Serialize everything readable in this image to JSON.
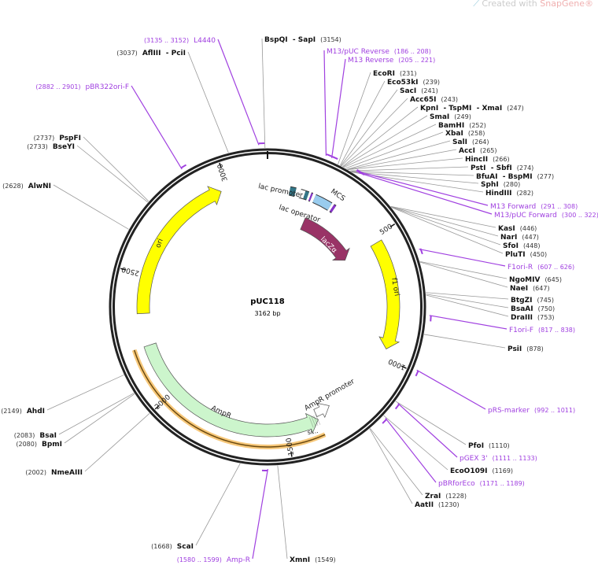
{
  "watermark": {
    "prefix": "Created with ",
    "brand": "SnapGene®"
  },
  "plasmid": {
    "name": "pUC118",
    "size_label": "3162 bp",
    "total": 3162
  },
  "ticks": [
    "500",
    "1000",
    "1500",
    "2000",
    "2500",
    "3000"
  ],
  "features": {
    "ori": "ori",
    "f1ori": "f1 ori",
    "ampr": "AmpR",
    "ampr_promoter": "AmpR promoter",
    "lacz": "lacZα",
    "lac_promoter": "lac promoter",
    "lac_operator": "lac operator",
    "mcs": "MCS",
    "signal": "si..."
  },
  "sites": [
    {
      "name": "BspQI  - SapI",
      "loc": "(3154)",
      "pos": 3154,
      "type": "enzyme"
    },
    {
      "name": "M13/pUC Reverse",
      "loc": "(186 .. 208)",
      "pos": 186,
      "type": "primer"
    },
    {
      "name": "M13 Reverse",
      "loc": "(205 .. 221)",
      "pos": 205,
      "type": "primer"
    },
    {
      "name": "EcoRI",
      "loc": "(231)",
      "pos": 231,
      "type": "enzyme"
    },
    {
      "name": "Eco53kI",
      "loc": "(239)",
      "pos": 239,
      "type": "enzyme"
    },
    {
      "name": "SacI",
      "loc": "(241)",
      "pos": 241,
      "type": "enzyme"
    },
    {
      "name": "Acc65I",
      "loc": "(243)",
      "pos": 243,
      "type": "enzyme"
    },
    {
      "name": "KpnI  - TspMI  - XmaI",
      "loc": "(247)",
      "pos": 247,
      "type": "enzyme"
    },
    {
      "name": "SmaI",
      "loc": "(249)",
      "pos": 249,
      "type": "enzyme"
    },
    {
      "name": "BamHI",
      "loc": "(252)",
      "pos": 252,
      "type": "enzyme"
    },
    {
      "name": "XbaI",
      "loc": "(258)",
      "pos": 258,
      "type": "enzyme"
    },
    {
      "name": "SalI",
      "loc": "(264)",
      "pos": 264,
      "type": "enzyme"
    },
    {
      "name": "AccI",
      "loc": "(265)",
      "pos": 265,
      "type": "enzyme"
    },
    {
      "name": "HincII",
      "loc": "(266)",
      "pos": 266,
      "type": "enzyme"
    },
    {
      "name": "PstI  - SbfI",
      "loc": "(274)",
      "pos": 274,
      "type": "enzyme"
    },
    {
      "name": "BfuAI  - BspMI",
      "loc": "(277)",
      "pos": 277,
      "type": "enzyme"
    },
    {
      "name": "SphI",
      "loc": "(280)",
      "pos": 280,
      "type": "enzyme"
    },
    {
      "name": "HindIII",
      "loc": "(282)",
      "pos": 282,
      "type": "enzyme"
    },
    {
      "name": "M13 Forward",
      "loc": "(291 .. 308)",
      "pos": 291,
      "type": "primer"
    },
    {
      "name": "M13/pUC Forward",
      "loc": "(300 .. 322)",
      "pos": 300,
      "type": "primer"
    },
    {
      "name": "KasI",
      "loc": "(446)",
      "pos": 446,
      "type": "enzyme"
    },
    {
      "name": "NarI",
      "loc": "(447)",
      "pos": 447,
      "type": "enzyme"
    },
    {
      "name": "SfoI",
      "loc": "(448)",
      "pos": 448,
      "type": "enzyme"
    },
    {
      "name": "PluTI",
      "loc": "(450)",
      "pos": 450,
      "type": "enzyme"
    },
    {
      "name": "F1ori-R",
      "loc": "(607 .. 626)",
      "pos": 607,
      "type": "primer"
    },
    {
      "name": "NgoMIV",
      "loc": "(645)",
      "pos": 645,
      "type": "enzyme"
    },
    {
      "name": "NaeI",
      "loc": "(647)",
      "pos": 647,
      "type": "enzyme"
    },
    {
      "name": "BtgZI",
      "loc": "(745)",
      "pos": 745,
      "type": "enzyme"
    },
    {
      "name": "BsaAI",
      "loc": "(750)",
      "pos": 750,
      "type": "enzyme"
    },
    {
      "name": "DraIII",
      "loc": "(753)",
      "pos": 753,
      "type": "enzyme"
    },
    {
      "name": "F1ori-F",
      "loc": "(817 .. 838)",
      "pos": 817,
      "type": "primer"
    },
    {
      "name": "PsiI",
      "loc": "(878)",
      "pos": 878,
      "type": "enzyme"
    },
    {
      "name": "pRS-marker",
      "loc": "(992 .. 1011)",
      "pos": 992,
      "type": "primer"
    },
    {
      "name": "PfoI",
      "loc": "(1110)",
      "pos": 1110,
      "type": "enzyme"
    },
    {
      "name": "pGEX 3'",
      "loc": "(1111 .. 1133)",
      "pos": 1111,
      "type": "primer"
    },
    {
      "name": "EcoO109I",
      "loc": "(1169)",
      "pos": 1169,
      "type": "enzyme"
    },
    {
      "name": "pBRforEco",
      "loc": "(1171 .. 1189)",
      "pos": 1171,
      "type": "primer"
    },
    {
      "name": "ZraI",
      "loc": "(1228)",
      "pos": 1228,
      "type": "enzyme"
    },
    {
      "name": "AatII",
      "loc": "(1230)",
      "pos": 1230,
      "type": "enzyme"
    },
    {
      "name": "XmnI",
      "loc": "(1549)",
      "pos": 1549,
      "type": "enzyme"
    },
    {
      "name": "Amp-R",
      "loc": "(1580 .. 1599)",
      "pos": 1580,
      "type": "primer"
    },
    {
      "name": "ScaI",
      "loc": "(1668)",
      "pos": 1668,
      "type": "enzyme"
    },
    {
      "name": "NmeAIII",
      "loc": "(2002)",
      "pos": 2002,
      "type": "enzyme"
    },
    {
      "name": "BpmI",
      "loc": "(2080)",
      "pos": 2080,
      "type": "enzyme"
    },
    {
      "name": "BsaI",
      "loc": "(2083)",
      "pos": 2083,
      "type": "enzyme"
    },
    {
      "name": "AhdI",
      "loc": "(2149)",
      "pos": 2149,
      "type": "enzyme"
    },
    {
      "name": "AlwNI",
      "loc": "(2628)",
      "pos": 2628,
      "type": "enzyme"
    },
    {
      "name": "BseYI",
      "loc": "(2733)",
      "pos": 2733,
      "type": "enzyme"
    },
    {
      "name": "PspFI",
      "loc": "(2737)",
      "pos": 2737,
      "type": "enzyme"
    },
    {
      "name": "pBR322ori-F",
      "loc": "(2882 .. 2901)",
      "pos": 2882,
      "type": "primer"
    },
    {
      "name": "AflIII  - PciI",
      "loc": "(3037)",
      "pos": 3037,
      "type": "enzyme"
    },
    {
      "name": "L4440",
      "loc": "(3135 .. 3152)",
      "pos": 3135,
      "type": "primer"
    }
  ],
  "colors": {
    "ring": "#222222",
    "ori": "#ffff00",
    "ampr": "#ccf5cc",
    "lacz": "#993366",
    "mcs": "#99ccee",
    "primer": "#a040e0",
    "orange": "#f0a030"
  }
}
